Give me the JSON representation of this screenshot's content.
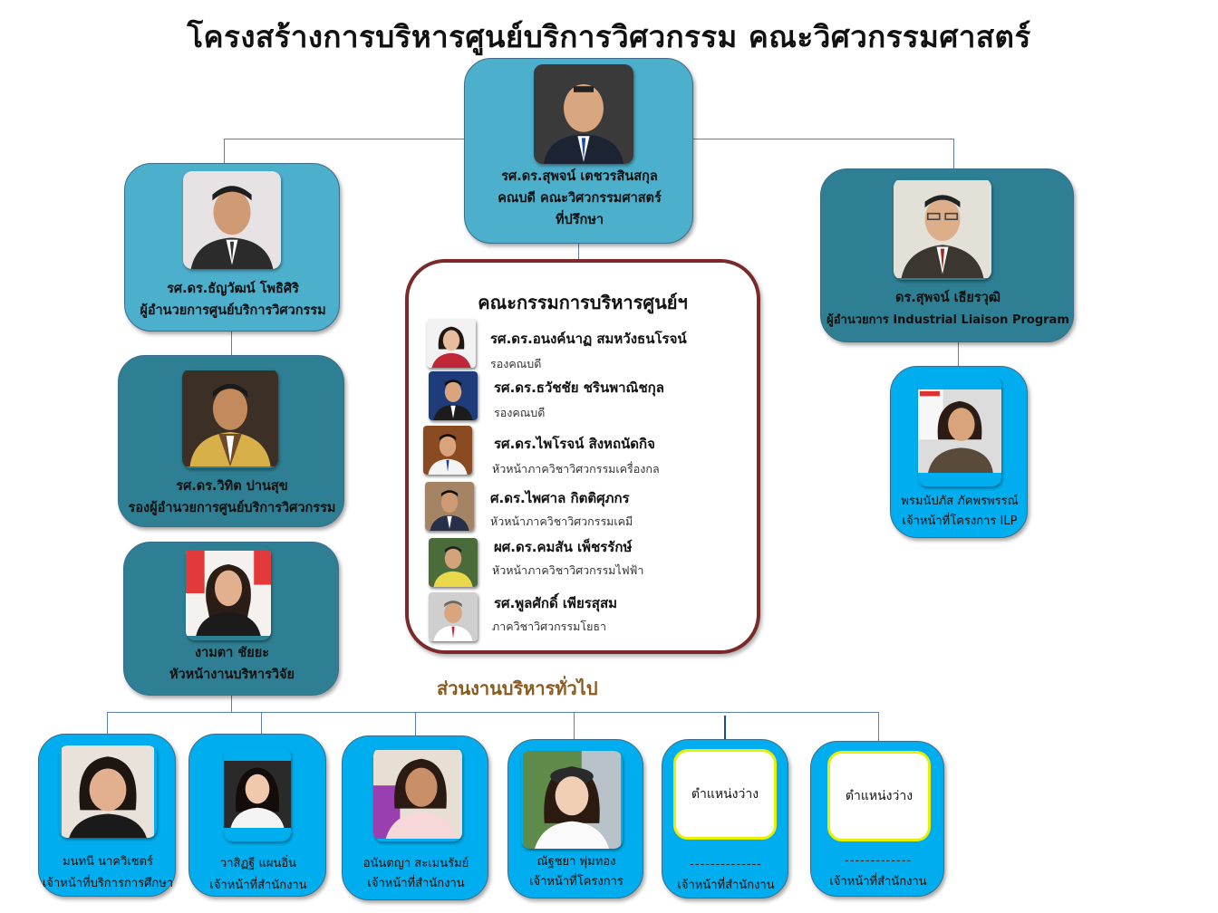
{
  "title": "โครงสร้างการบริหารศูนย์บริการวิศวกรรม คณะวิศวกรรมศาสตร์",
  "top": {
    "name": "รศ.ดร.สุพจน์  เตชวรสินสกุล",
    "role": "คณบดี คณะวิศวกรรมศาสตร์",
    "role2": "ที่ปรึกษา"
  },
  "director": {
    "name": "รศ.ดร.ธัญวัฒน์  โพธิศิริ",
    "role": "ผู้อำนวยการศูนย์บริการวิศวกรรม"
  },
  "deputy": {
    "name": "รศ.ดร.วิทิต  ปานสุข",
    "role": "รองผู้อำนวยการศูนย์บริการวิศวกรรม"
  },
  "research": {
    "name": "งามตา  ชัยยะ",
    "role": "หัวหน้างานบริหารวิจัย"
  },
  "ilp_director": {
    "name": "ดร.สุพจน์ เธียรวุฒิ",
    "role": "ผู้อำนวยการ  Industrial Liaison Program"
  },
  "ilp_staff": {
    "name": "พรมนัปภัส ภัคพรพรรณ์",
    "role": "เจ้าหน้าที่โครงการ ILP"
  },
  "committee": {
    "title": "คณะกรรมการบริหารศูนย์ฯ",
    "members": [
      {
        "name": "รศ.ดร.อนงค์นาฏ  สมหวังธนโรจน์",
        "role": "รองคณบดี"
      },
      {
        "name": "รศ.ดร.ธวัชชัย  ชรินพาณิชกุล",
        "role": "รองคณบดี"
      },
      {
        "name": "รศ.ดร.ไพโรจน์ สิงหถนัดกิจ",
        "role": "หัวหน้าภาควิชาวิศวกรรมเครื่องกล"
      },
      {
        "name": "ศ.ดร.ไพศาล  กิตติศุภกร",
        "role": "หัวหน้าภาควิชาวิศวกรรมเคมี"
      },
      {
        "name": "ผศ.ดร.คมสัน  เพ็ชรรักษ์",
        "role": "หัวหน้าภาควิชาวิศวกรรมไฟฟ้า"
      },
      {
        "name": "รศ.พูลศักดิ์  เพียรสุสม",
        "role": "ภาควิชาวิศวกรรมโยธา"
      }
    ]
  },
  "general_section": "ส่วนงานบริหารทั่วไป",
  "staff": [
    {
      "name": "มนทนี นาควิเชตร์",
      "role": "เจ้าหน้าที่บริการการศึกษา"
    },
    {
      "name": "วาสิฏฐี แผนอิ่น",
      "role": "เจ้าหน้าที่สำนักงาน"
    },
    {
      "name": "อนันตญา สะเมนรัมย์",
      "role": "เจ้าหน้าที่สำนักงาน"
    },
    {
      "name": "ณัฐชยา พุ่มทอง",
      "role": "เจ้าหน้าที่โครงการ"
    },
    {
      "vacant": "ตำแหน่งว่าง",
      "name": "--------------",
      "role": "เจ้าหน้าที่สำนักงาน"
    },
    {
      "vacant": "ตำแหน่งว่าง",
      "name": "-------------",
      "role": "เจ้าหน้าที่สำนักงาน"
    }
  ]
}
